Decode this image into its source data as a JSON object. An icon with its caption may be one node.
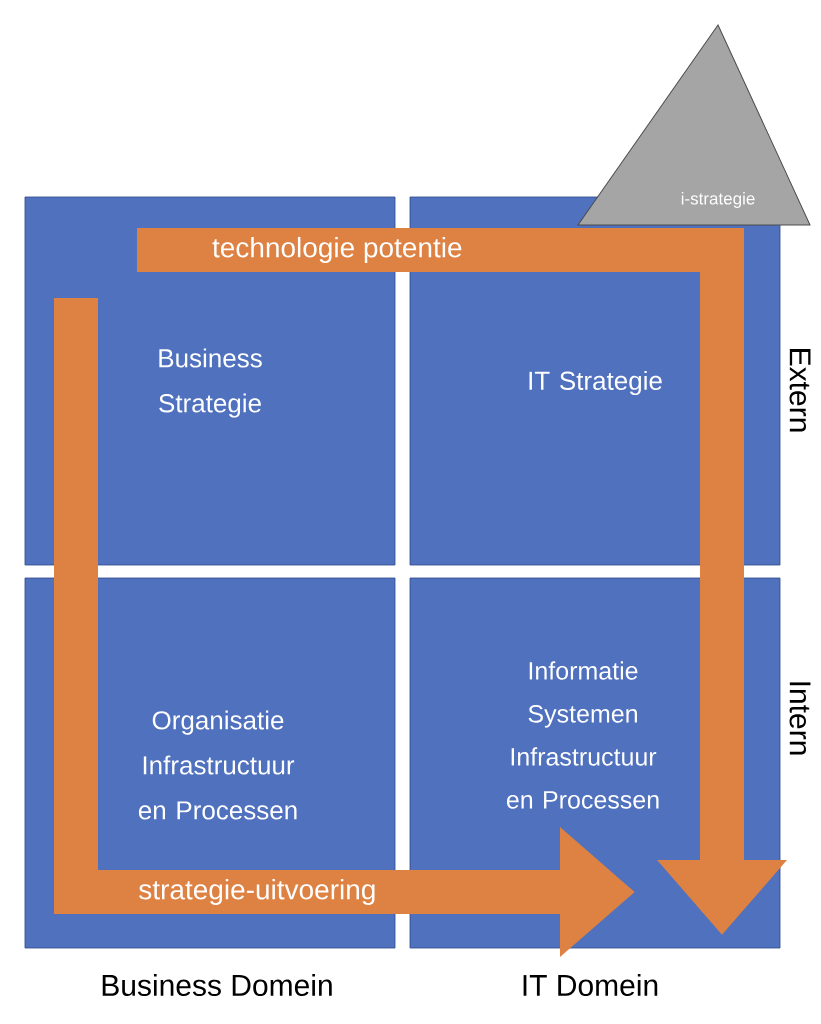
{
  "diagram": {
    "nodes": [
      {
        "text": [
          "Business Strategie"
        ]
      },
      {
        "text": [
          "IT Strategie"
        ]
      },
      {
        "text": [
          "Organisatie Infrastructuur en Processen"
        ]
      },
      {
        "text": [
          "Informatie Systemen Infrastructuur en Processen"
        ]
      },
      {
        "text": [
          "i-strategie"
        ]
      }
    ],
    "edges": [
      {
        "from": 0,
        "to": 1,
        "arrow": "none",
        "label": "technologie potentie"
      },
      {
        "from": 1,
        "to": 3,
        "arrow": "to"
      },
      {
        "from": 0,
        "to": 2,
        "arrow": "none"
      },
      {
        "from": 2,
        "to": 3,
        "arrow": "to",
        "label": "strategie-uitvoering"
      }
    ],
    "labels": [
      "Extern",
      "Intern",
      "Business Domein",
      "IT Domein"
    ]
  }
}
